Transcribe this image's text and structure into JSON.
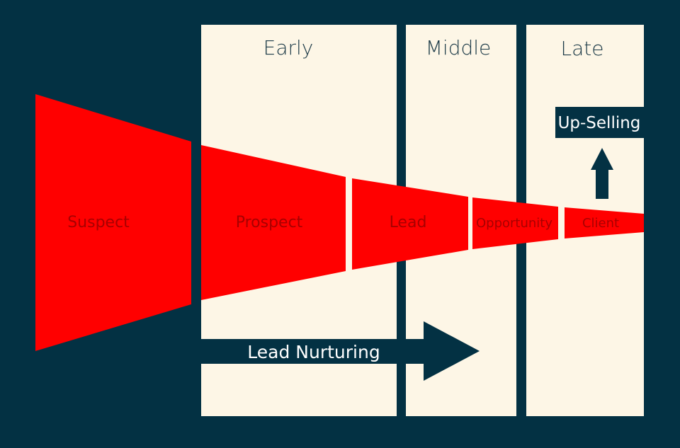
{
  "columns": [
    {
      "label": "Early"
    },
    {
      "label": "Middle"
    },
    {
      "label": "Late"
    }
  ],
  "funnel": [
    {
      "label": "Suspect"
    },
    {
      "label": "Prospect"
    },
    {
      "label": "Lead"
    },
    {
      "label": "Opportunity"
    },
    {
      "label": "Client"
    }
  ],
  "nurture": {
    "label": "Lead Nurturing"
  },
  "upsell": {
    "label": "Up-Selling"
  },
  "colors": {
    "background": "#033143",
    "panel": "#fdf6e6",
    "funnel": "#ff0000",
    "funnel_text": "#a80000"
  }
}
